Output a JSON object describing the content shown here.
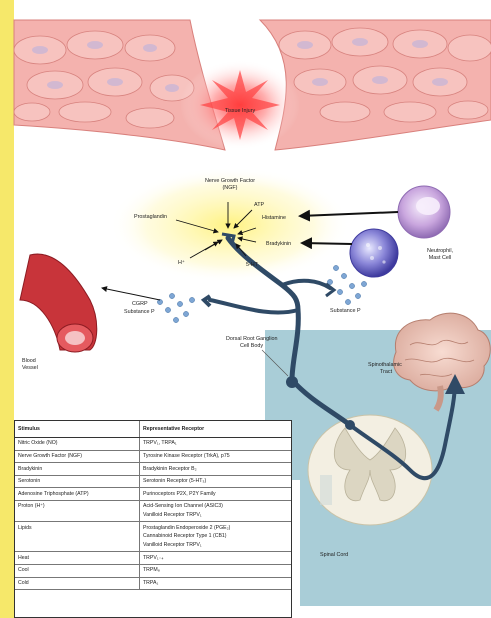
{
  "labels": {
    "tissue_injury": "Tissue Injury",
    "ngf_line1": "Nerve Growth Factor",
    "ngf_line2": "(NGF)",
    "prostaglandin": "Prostaglandin",
    "atp": "ATP",
    "histamine": "Histamine",
    "bradykinin": "Bradykinin",
    "h_plus": "H⁺",
    "five_ht": "5-HT",
    "neutrophil_line1": "Neutrophil,",
    "neutrophil_line2": "Mast Cell",
    "cgrp": "CGRP",
    "substance_p_left": "Substance P",
    "substance_p_right": "Substance P",
    "blood_vessel_line1": "Blood",
    "blood_vessel_line2": "Vessel",
    "drg_line1": "Dorsal Root Ganglion",
    "drg_line2": "Cell Body",
    "spinothalamic_line1": "Spinothalamic",
    "spinothalamic_line2": "Tract",
    "spinal_cord": "Spinal Cord"
  },
  "table": {
    "headers": [
      "Stimulus",
      "Representative Receptor"
    ],
    "rows": [
      {
        "stimulus": "Nitric Oxide (NO)",
        "receptor": "TRPV₁, TRPA₁"
      },
      {
        "stimulus": "Nerve Growth Factor (NGF)",
        "receptor": "Tyrosine Kinase Receptor (TrkA), p75"
      },
      {
        "stimulus": "Bradykinin",
        "receptor": "Bradykinin Receptor B₂"
      },
      {
        "stimulus": "Serotonin",
        "receptor": "Serotonin Receptor (5-HT₃)"
      },
      {
        "stimulus": "Adenosine Triphosphate (ATP)",
        "receptor": "Purinoceptors P2X, P2Y Family"
      },
      {
        "stimulus": "Proton (H⁺)",
        "receptor": "Acid-Sensing Ion Channel (ASIC3)\nVanilloid Receptor TRPV₁"
      },
      {
        "stimulus": "Lipids",
        "receptor": "Prostaglandin Endoperoxide 2 (PGE₂)\nCannabinoid Receptor Type 1 (CB1)\nVanilloid Receptor TRPV₁"
      },
      {
        "stimulus": "Heat",
        "receptor": "TRPV₁₋₄"
      },
      {
        "stimulus": "Cool",
        "receptor": "TRPM₈"
      },
      {
        "stimulus": "Cold",
        "receptor": "TRPA₁"
      }
    ]
  },
  "colors": {
    "background_yellow": "#fdfb9a",
    "nerve": "#2f4a66",
    "spinal_panel": "#a9cdd7",
    "tissue": "#f2a3a0",
    "injury_glow": "#ff5050"
  }
}
